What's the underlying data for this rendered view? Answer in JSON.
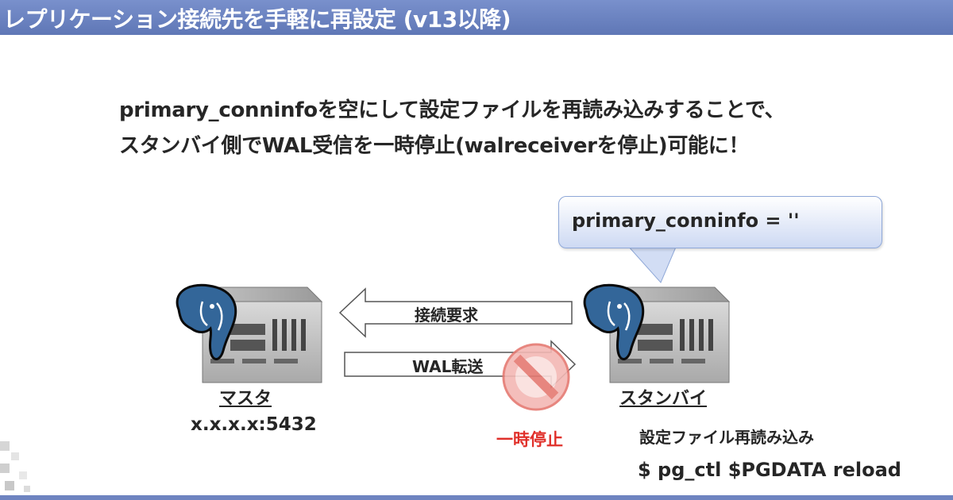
{
  "header": {
    "title": "レプリケーション接続先を手軽に再設定 (v13以降)"
  },
  "lead": {
    "line1": "primary_conninfoを空にして設定ファイルを再読み込みすることで、",
    "line2": "スタンバイ側でWAL受信を一時停止(walreceiverを停止)可能に！"
  },
  "callout": {
    "text": "primary_conninfo = ''"
  },
  "arrows": {
    "request_label": "接続要求",
    "wal_label": "WAL転送"
  },
  "master": {
    "label": "マスタ",
    "address": "x.x.x.x:5432"
  },
  "standby": {
    "label": "スタンバイ",
    "reload_note": "設定ファイル再読み込み",
    "reload_command": "$ pg_ctl $PGDATA reload"
  },
  "stop": {
    "label": "一時停止"
  },
  "icons": {
    "master_server": "postgresql-server-icon",
    "standby_server": "postgresql-server-icon",
    "prohibited": "no-entry-icon"
  },
  "colors": {
    "title_bar": "#6e84c0",
    "stop_red": "#e0302a",
    "callout_fill": "#cdd9f3"
  }
}
